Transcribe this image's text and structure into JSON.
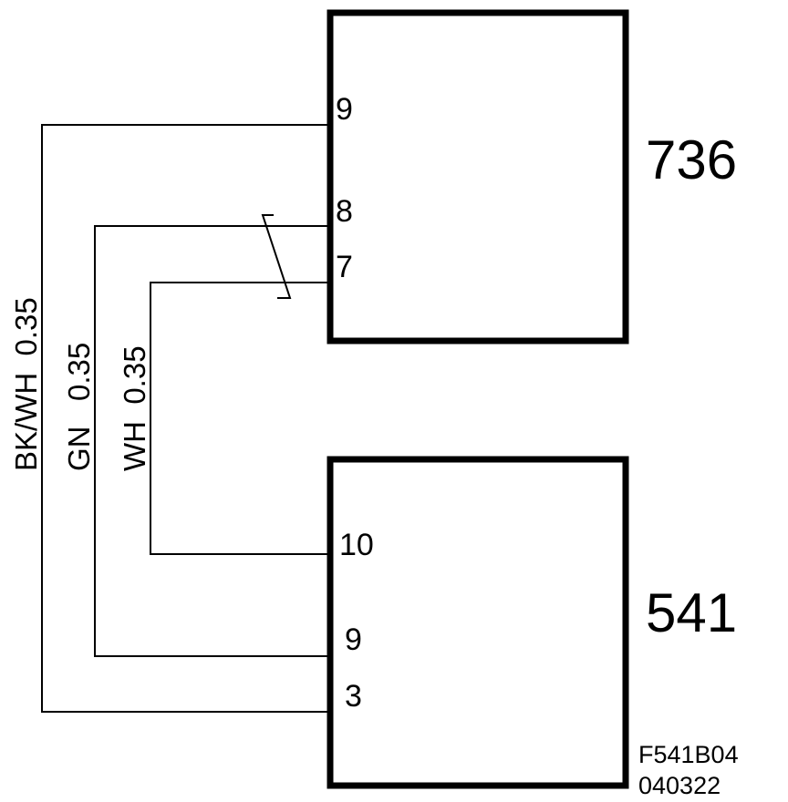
{
  "components": {
    "top": {
      "label": "736",
      "pins": {
        "p9": "9",
        "p8": "8",
        "p7": "7"
      }
    },
    "bottom": {
      "label": "541",
      "pins": {
        "p10": "10",
        "p9": "9",
        "p3": "3"
      }
    }
  },
  "wires": {
    "bkwh": "BK/WH  0.35",
    "gn": "GN   0.35",
    "wh": "WH  0.35"
  },
  "reference": {
    "code": "F541B04",
    "date": "040322"
  },
  "colors": {
    "line": "#000000",
    "background": "#ffffff"
  }
}
